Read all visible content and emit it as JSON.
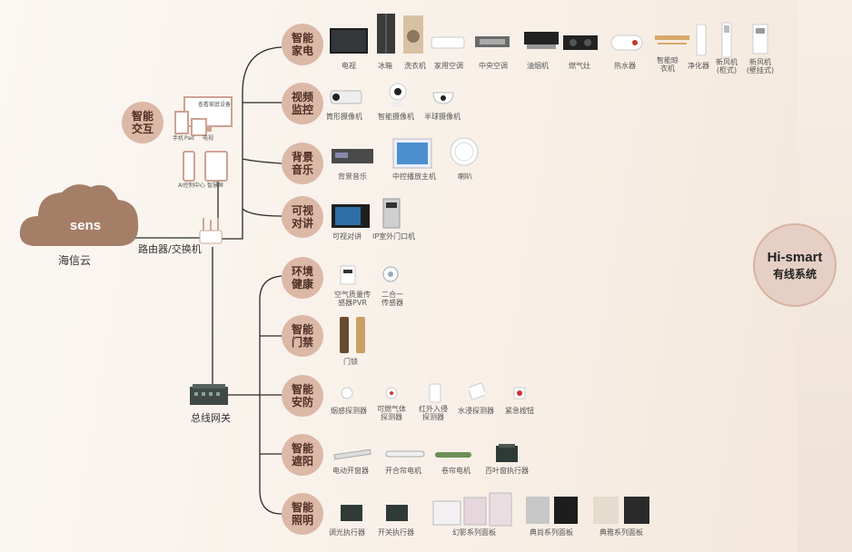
{
  "cloud": {
    "logo": "sens",
    "label": "海信云"
  },
  "router_label": "路由器/交换机",
  "gateway_label": "总线网关",
  "interaction": {
    "title": "智能交互",
    "monitor_label": "查看家庭设备",
    "phone_label": "手机",
    "pad_label": "Pad",
    "tv_label": "电视",
    "control_center_label": "AI控制中心",
    "screen_label": "智慧屏"
  },
  "categories": [
    {
      "title": "智能家电",
      "items": [
        "电视",
        "冰箱",
        "洗衣机",
        "家用空调",
        "中央空调",
        "油烟机",
        "燃气灶",
        "热水器",
        "智能晾衣机",
        "净化器",
        "新风机(柜式)",
        "新风机(壁挂式)"
      ]
    },
    {
      "title": "视频监控",
      "items": [
        "筒形摄像机",
        "智能摄像机",
        "半球摄像机"
      ]
    },
    {
      "title": "背景音乐",
      "items": [
        "背景音乐",
        "中控播放主机",
        "喇叭"
      ]
    },
    {
      "title": "可视对讲",
      "items": [
        "可视对讲",
        "IP室外门口机"
      ]
    },
    {
      "title": "环境健康",
      "items": [
        "空气质量传感器PVR",
        "二合一传感器"
      ]
    },
    {
      "title": "智能门禁",
      "items": [
        "门锁"
      ]
    },
    {
      "title": "智能安防",
      "items": [
        "烟感探测器",
        "可燃气体探测器",
        "红外入侵探测器",
        "水浸探测器",
        "紧急按钮"
      ]
    },
    {
      "title": "智能遮阳",
      "items": [
        "电动开窗器",
        "开合帘电机",
        "卷帘电机",
        "百叶窗执行器"
      ]
    },
    {
      "title": "智能照明",
      "items": [
        "调光执行器",
        "开关执行器",
        "幻影系列面板",
        "典尚系列面板",
        "典雅系列面板"
      ]
    }
  ],
  "badge": {
    "line1": "Hi-smart",
    "line2": "有线系统"
  },
  "colors": {
    "accent": "#dcb8a7",
    "cloud": "#a57e67",
    "line": "#2a2a2a"
  }
}
